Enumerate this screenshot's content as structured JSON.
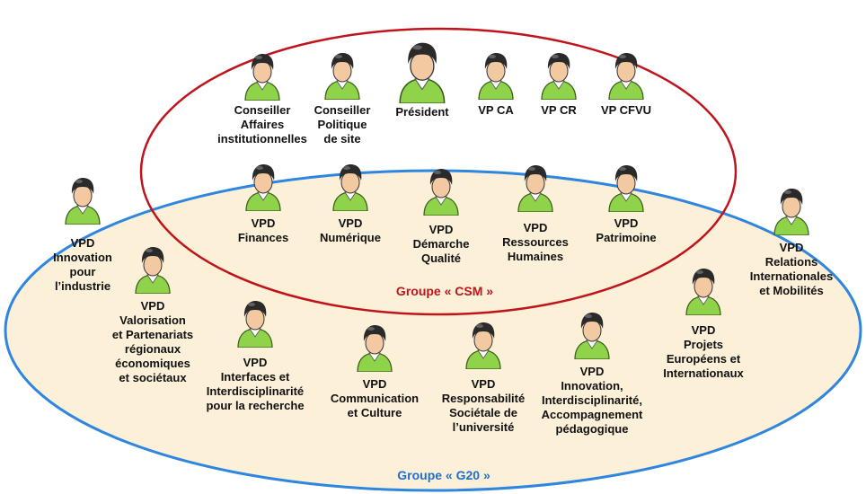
{
  "colors": {
    "outer_fill": "#FCF0D8",
    "outer_stroke": "#2E86DE",
    "inner_stroke": "#C0141C",
    "csm_label": "#C0141C",
    "g20_label": "#1E6FD0",
    "person_body": "#8FD34A",
    "person_head": "#2A2A2A",
    "person_face": "#F2C9A0"
  },
  "groups": {
    "csm": "Groupe « CSM »",
    "g20": "Groupe « G20 »"
  },
  "people": [
    {
      "label": "Conseiller\nAffaires\ninstitutionnelles",
      "icon": "person-icon"
    },
    {
      "label": "Conseiller\nPolitique\nde site",
      "icon": "person-icon"
    },
    {
      "label": "Président",
      "icon": "person-icon"
    },
    {
      "label": "VP CA",
      "icon": "person-icon"
    },
    {
      "label": "VP CR",
      "icon": "person-icon"
    },
    {
      "label": "VP CFVU",
      "icon": "person-icon"
    },
    {
      "label": "VPD\nFinances",
      "icon": "person-icon"
    },
    {
      "label": "VPD\nNumérique",
      "icon": "person-icon"
    },
    {
      "label": "VPD\nDémarche\nQualité",
      "icon": "person-icon"
    },
    {
      "label": "VPD\nRessources\nHumaines",
      "icon": "person-icon"
    },
    {
      "label": "VPD\nPatrimoine",
      "icon": "person-icon"
    },
    {
      "label": "VPD\nInnovation\npour\nl’industrie",
      "icon": "person-icon"
    },
    {
      "label": "VPD\nValorisation\net Partenariats\nrégionaux\néconomiques\net sociétaux",
      "icon": "person-icon"
    },
    {
      "label": "VPD\nInterfaces et\nInterdisciplinarité\npour la recherche",
      "icon": "person-icon"
    },
    {
      "label": "VPD\nCommunication\net Culture",
      "icon": "person-icon"
    },
    {
      "label": "VPD\nResponsabilité\nSociétale de\nl’université",
      "icon": "person-icon"
    },
    {
      "label": "VPD\nInnovation,\nInterdisciplinarité,\nAccompagnement\npédagogique",
      "icon": "person-icon"
    },
    {
      "label": "VPD\nProjets\nEuropéens et\nInternationaux",
      "icon": "person-icon"
    },
    {
      "label": "VPD\nRelations\nInternationales\net Mobilités",
      "icon": "person-icon"
    }
  ]
}
